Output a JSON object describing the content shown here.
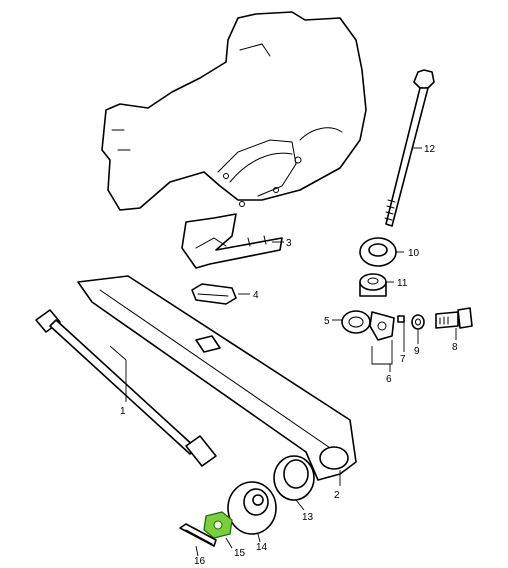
{
  "callouts": {
    "c1": "1",
    "c2": "2",
    "c3": "3",
    "c4": "4",
    "c5": "5",
    "c6": "6",
    "c7": "7",
    "c8": "8",
    "c9": "9",
    "c10": "10",
    "c11": "11",
    "c12": "12",
    "c13": "13",
    "c14": "14",
    "c15": "15",
    "c16": "16"
  },
  "colors": {
    "highlight": "#7ccf3a",
    "line": "#000000",
    "background": "#ffffff"
  }
}
